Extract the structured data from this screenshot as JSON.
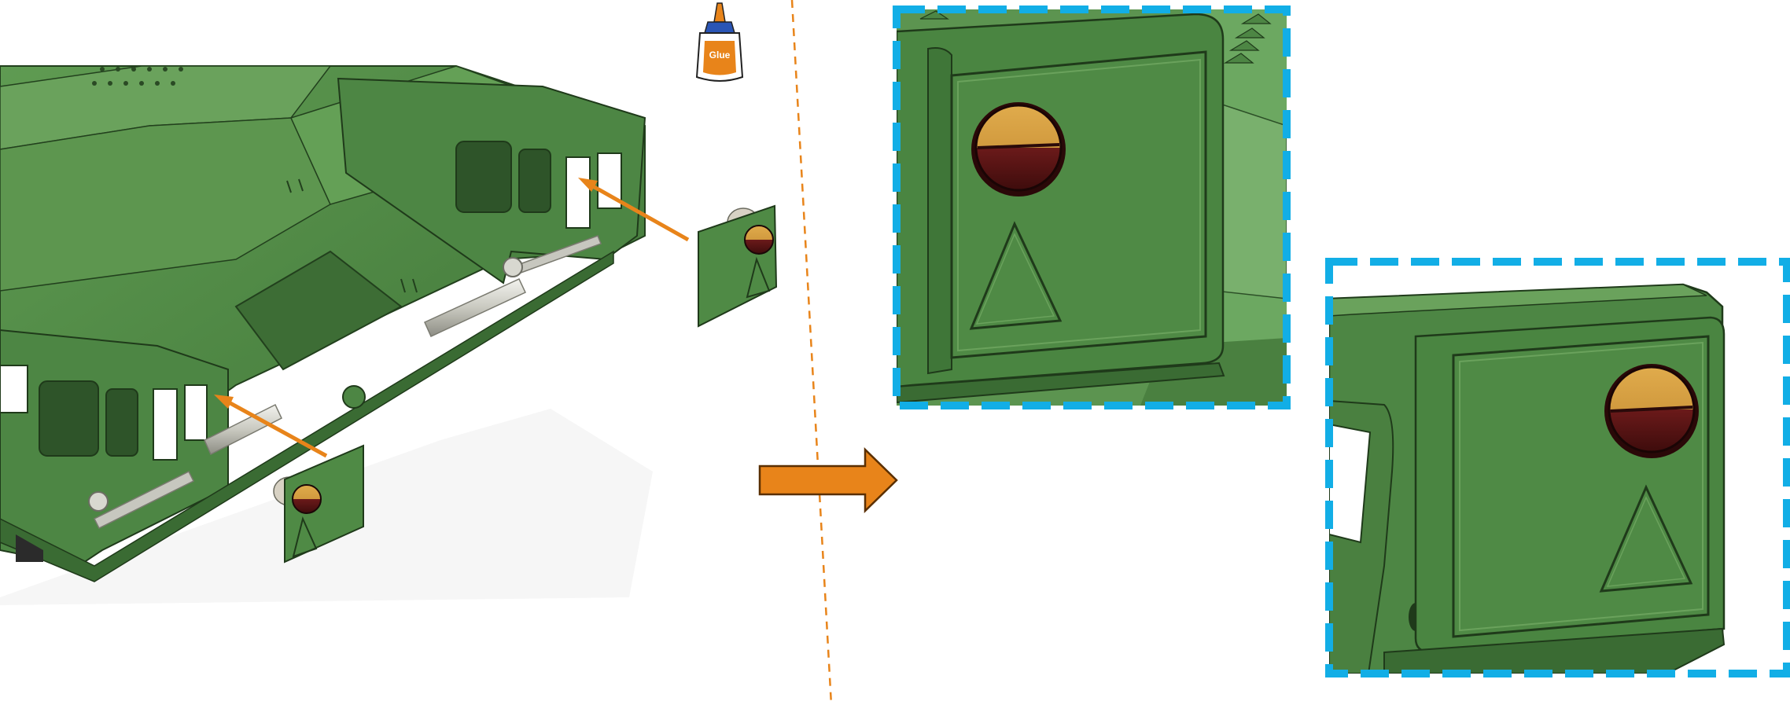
{
  "figure": {
    "kind": "assembly-instruction",
    "glue_label": "Glue",
    "colors": {
      "body_green": "#4f8a45",
      "body_green_light": "#6aa25c",
      "body_green_dark": "#3a6b33",
      "outline": "#1f3a1a",
      "accent_orange": "#e8841a",
      "callout_blue": "#12aee6",
      "lens_amber": "#d9a042",
      "lens_red": "#5a1414",
      "glue_blue": "#2a55b5"
    },
    "icons": [
      "glue-bottle-icon",
      "process-arrow-icon"
    ],
    "panels": [
      {
        "name": "left-overview",
        "description_shown": false
      },
      {
        "name": "detail-top"
      },
      {
        "name": "detail-bottom"
      }
    ]
  }
}
